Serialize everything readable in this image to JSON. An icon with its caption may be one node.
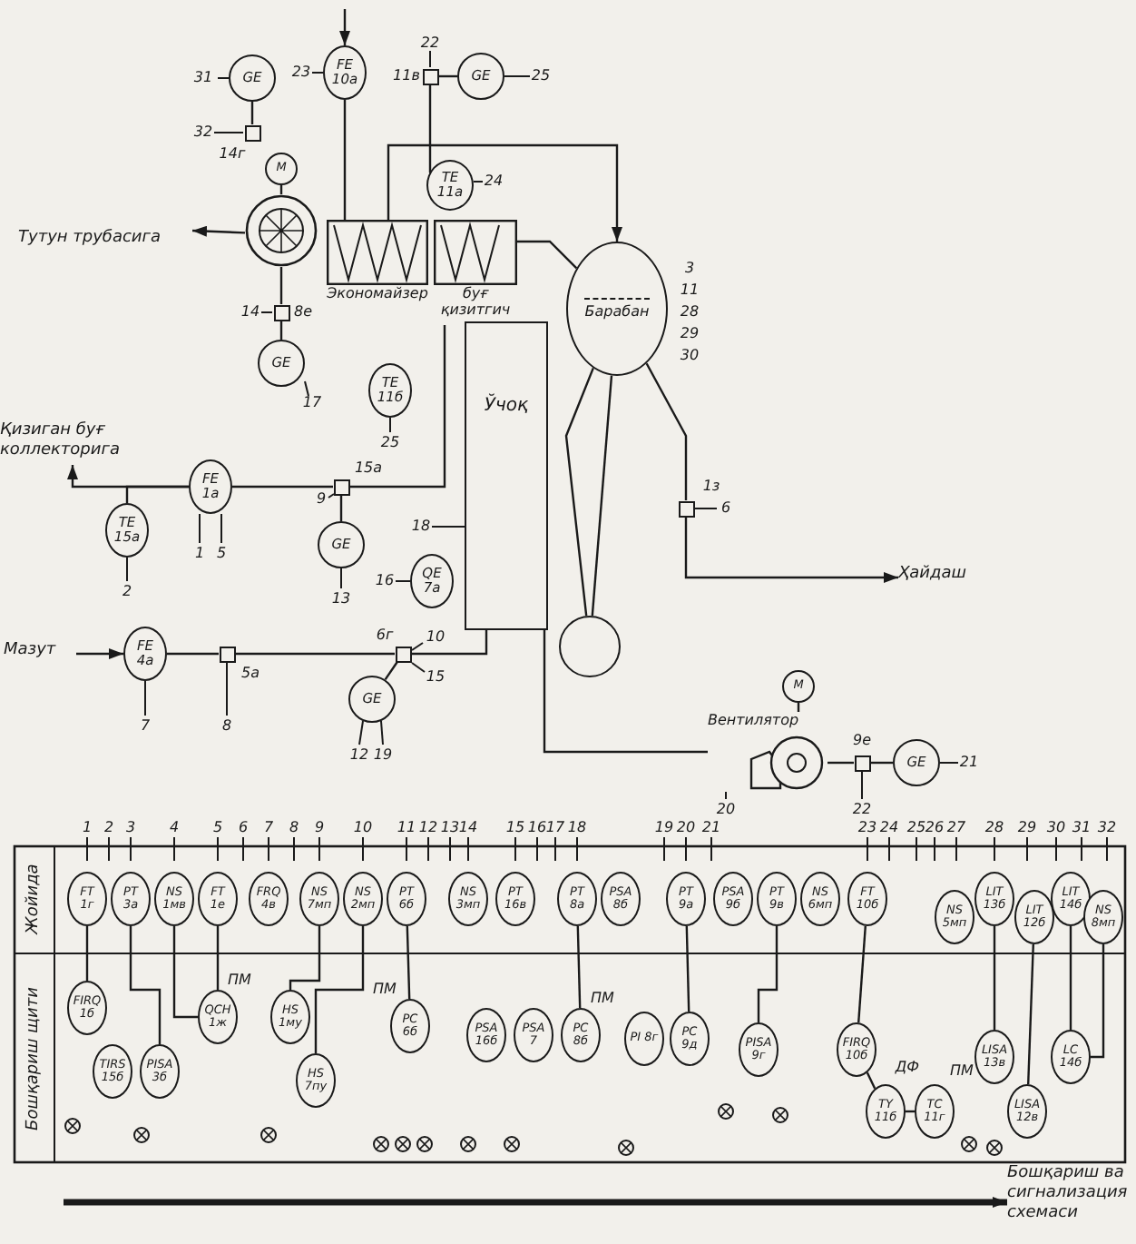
{
  "diagram": {
    "nodes": [
      {
        "text": [
          "Тутун трубасига"
        ]
      },
      {
        "text": [],
        "shape": "circle"
      },
      {
        "text": [
          "M"
        ]
      },
      {
        "text": [
          "Экономайзер"
        ]
      },
      {
        "text": [
          "буғ қизитгич"
        ]
      },
      {
        "text": [
          "Барабан"
        ],
        "beside": [
          "3",
          "11",
          "28",
          "29",
          "30"
        ]
      },
      {
        "text": [],
        "shape": "circle"
      },
      {
        "text": [
          "Ўчоқ"
        ],
        "beside": [
          "18"
        ]
      },
      {
        "text": [
          "Ҳайдаш"
        ]
      },
      {
        "text": [
          "Қизиган буғ коллекторига"
        ]
      },
      {
        "text": [
          "Мазут"
        ]
      },
      {
        "text": [
          "Вентилятор"
        ],
        "beside": [
          "20"
        ]
      },
      {
        "text": [
          "M"
        ]
      },
      {
        "text": [
          "GE"
        ],
        "beside": [
          "31"
        ]
      },
      {
        "text": [],
        "shape": "box",
        "beside": [
          "14г",
          "32"
        ]
      },
      {
        "text": [
          "FE 10а"
        ],
        "beside": [
          "23"
        ]
      },
      {
        "text": [
          "GE"
        ],
        "beside": [
          "25"
        ]
      },
      {
        "text": [],
        "shape": "box",
        "beside": [
          "11в",
          "22"
        ]
      },
      {
        "text": [
          "TE 11а"
        ],
        "beside": [
          "24"
        ]
      },
      {
        "text": [],
        "shape": "box",
        "beside": [
          "8е",
          "14"
        ]
      },
      {
        "text": [
          "GE"
        ],
        "beside": [
          "17"
        ]
      },
      {
        "text": [
          "TE 11б"
        ],
        "beside": [
          "25"
        ]
      },
      {
        "text": [
          "TE 15а"
        ],
        "beside": [
          "2"
        ]
      },
      {
        "text": [
          "FE 1а"
        ],
        "beside": [
          "1",
          "5"
        ]
      },
      {
        "text": [],
        "shape": "box",
        "beside": [
          "15а",
          "9"
        ]
      },
      {
        "text": [
          "GE"
        ],
        "beside": [
          "13"
        ]
      },
      {
        "text": [
          "QE 7а"
        ],
        "beside": [
          "16"
        ]
      },
      {
        "text": [
          "FE 4а"
        ],
        "beside": [
          "7"
        ]
      },
      {
        "text": [],
        "shape": "box",
        "beside": [
          "5а",
          "8"
        ]
      },
      {
        "text": [
          "GE"
        ],
        "beside": [
          "12",
          "19"
        ]
      },
      {
        "text": [],
        "shape": "box",
        "beside": [
          "6г",
          "10",
          "15"
        ]
      },
      {
        "text": [],
        "shape": "box",
        "beside": [
          "1з",
          "6"
        ]
      },
      {
        "text": [],
        "shape": "box",
        "beside": [
          "9е",
          "22"
        ]
      },
      {
        "text": [
          "GE"
        ],
        "beside": [
          "21"
        ]
      },
      {
        "text": [
          "FT 1г"
        ],
        "beside": [
          "1"
        ]
      },
      {
        "text": [
          "PT 3а"
        ],
        "beside": [
          "3"
        ]
      },
      {
        "text": [
          "NS 1мв"
        ],
        "beside": [
          "4"
        ]
      },
      {
        "text": [
          "FT 1е"
        ],
        "beside": [
          "5"
        ]
      },
      {
        "text": [
          "FRQ 4в"
        ],
        "beside": [
          "7"
        ]
      },
      {
        "text": [
          "NS 7мп"
        ],
        "beside": [
          "9"
        ]
      },
      {
        "text": [
          "NS 2мп"
        ],
        "beside": [
          "10"
        ]
      },
      {
        "text": [
          "PT 6б"
        ],
        "beside": [
          "11"
        ]
      },
      {
        "text": [
          "NS 3мп"
        ],
        "beside": [
          "14"
        ]
      },
      {
        "text": [
          "PT 16в"
        ],
        "beside": [
          "15"
        ]
      },
      {
        "text": [
          "PT 8а"
        ],
        "beside": [
          "18"
        ]
      },
      {
        "text": [
          "PSA 8б"
        ]
      },
      {
        "text": [
          "PT 9а"
        ],
        "beside": [
          "20"
        ]
      },
      {
        "text": [
          "PSA 9б"
        ]
      },
      {
        "text": [
          "PT 9в"
        ]
      },
      {
        "text": [
          "NS 6мп"
        ]
      },
      {
        "text": [
          "FT 10б"
        ],
        "beside": [
          "23"
        ]
      },
      {
        "text": [
          "NS 5мп"
        ],
        "beside": [
          "27"
        ]
      },
      {
        "text": [
          "LIT 13б"
        ],
        "beside": [
          "28"
        ]
      },
      {
        "text": [
          "LIT 12б"
        ],
        "beside": [
          "29"
        ]
      },
      {
        "text": [
          "LIT 14б"
        ],
        "beside": [
          "30",
          "31"
        ]
      },
      {
        "text": [
          "NS 8мп"
        ],
        "beside": [
          "32"
        ]
      },
      {
        "text": [
          "FIRQ 1б"
        ]
      },
      {
        "text": [
          "TIRS 15б"
        ]
      },
      {
        "text": [
          "PISA 3б"
        ]
      },
      {
        "text": [
          "QCH 1ж"
        ]
      },
      {
        "text": [
          "HS 1му"
        ]
      },
      {
        "text": [
          "HS 7пу"
        ]
      },
      {
        "text": [
          "PC 6б"
        ]
      },
      {
        "text": [
          "PSA 16б"
        ]
      },
      {
        "text": [
          "PSA 7"
        ]
      },
      {
        "text": [
          "PC 8б"
        ]
      },
      {
        "text": [
          "PI 8г"
        ]
      },
      {
        "text": [
          "PC 9д"
        ]
      },
      {
        "text": [
          "PISA 9г"
        ]
      },
      {
        "text": [
          "FIRQ 10б"
        ]
      },
      {
        "text": [
          "TY 11б"
        ]
      },
      {
        "text": [
          "TC 11г"
        ]
      },
      {
        "text": [
          "LISA 13в"
        ]
      },
      {
        "text": [
          "LISA 12в"
        ]
      },
      {
        "text": [
          "LC 14б"
        ]
      },
      {
        "text": [
          "Бошқариш ва сигнализация схемаси"
        ]
      }
    ],
    "edges": [
      {
        "from": 1,
        "to": 0,
        "arrow": "to"
      },
      {
        "from": 2,
        "to": 1,
        "arrow": "none"
      },
      {
        "from": null,
        "to": 15,
        "arrow": "to"
      },
      {
        "from": 15,
        "to": 3,
        "arrow": "none"
      },
      {
        "from": 3,
        "to": 5,
        "arrow": "to"
      },
      {
        "from": 5,
        "to": 4,
        "arrow": "none"
      },
      {
        "from": 4,
        "to": 24,
        "arrow": "none"
      },
      {
        "from": 24,
        "to": 23,
        "arrow": "none"
      },
      {
        "from": 23,
        "to": 9,
        "arrow": "to"
      },
      {
        "from": 5,
        "to": 31,
        "arrow": "none"
      },
      {
        "from": 31,
        "to": 8,
        "arrow": "to"
      },
      {
        "from": 5,
        "to": 6,
        "arrow": "none"
      },
      {
        "from": 6,
        "to": 5,
        "arrow": "none"
      },
      {
        "from": 10,
        "to": 27,
        "arrow": "to"
      },
      {
        "from": 27,
        "to": 28,
        "arrow": "none"
      },
      {
        "from": 28,
        "to": 30,
        "arrow": "none"
      },
      {
        "from": 30,
        "to": 7,
        "arrow": "none"
      },
      {
        "from": 12,
        "to": 11,
        "arrow": "none"
      },
      {
        "from": 11,
        "to": 7,
        "arrow": "none"
      },
      {
        "from": 11,
        "to": 32,
        "arrow": "none"
      },
      {
        "from": 32,
        "to": 33,
        "arrow": "none"
      },
      {
        "from": 13,
        "to": 14,
        "arrow": "none"
      },
      {
        "from": 16,
        "to": 17,
        "arrow": "none"
      },
      {
        "from": 17,
        "to": 18,
        "arrow": "none"
      },
      {
        "from": 1,
        "to": 19,
        "arrow": "none"
      },
      {
        "from": 19,
        "to": 20,
        "arrow": "none"
      },
      {
        "from": 24,
        "to": 25,
        "arrow": "none"
      },
      {
        "from": 29,
        "to": 30,
        "arrow": "none"
      },
      {
        "from": 34,
        "to": 56,
        "arrow": "none"
      },
      {
        "from": 35,
        "to": 58,
        "arrow": "none"
      },
      {
        "from": 36,
        "to": 59,
        "arrow": "none"
      },
      {
        "from": 37,
        "to": 59,
        "arrow": "none"
      },
      {
        "from": 39,
        "to": 60,
        "arrow": "none"
      },
      {
        "from": 40,
        "to": 61,
        "arrow": "none"
      },
      {
        "from": 41,
        "to": 62,
        "arrow": "none"
      },
      {
        "from": 44,
        "to": 65,
        "arrow": "none"
      },
      {
        "from": 46,
        "to": 67,
        "arrow": "none"
      },
      {
        "from": 48,
        "to": 68,
        "arrow": "none"
      },
      {
        "from": 50,
        "to": 69,
        "arrow": "none"
      },
      {
        "from": 69,
        "to": 70,
        "arrow": "none"
      },
      {
        "from": 70,
        "to": 71,
        "arrow": "none"
      },
      {
        "from": 52,
        "to": 72,
        "arrow": "none"
      },
      {
        "from": 53,
        "to": 73,
        "arrow": "none"
      },
      {
        "from": 54,
        "to": 74,
        "arrow": "none"
      },
      {
        "from": 55,
        "to": 74,
        "arrow": "none"
      },
      {
        "from": null,
        "to": 75,
        "arrow": "to",
        "style": "thick"
      },
      {
        "from": 22,
        "to": 23,
        "arrow": "none"
      }
    ],
    "labels": [
      "Жойида",
      "Бошқариш щити",
      "2",
      "6",
      "8",
      "12",
      "13",
      "16",
      "17",
      "19",
      "21",
      "24",
      "25",
      "26",
      "ПМ",
      "ПМ",
      "ПМ",
      "ДФ",
      "ПМ"
    ]
  }
}
